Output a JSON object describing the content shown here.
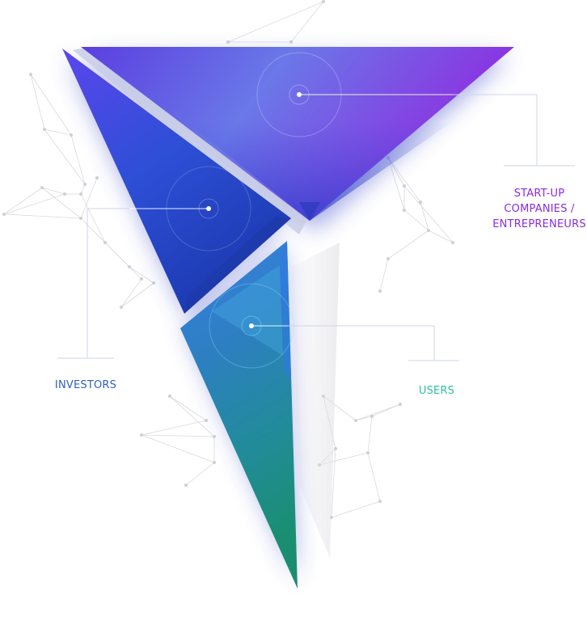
{
  "diagram": {
    "title": "",
    "segments": [
      {
        "id": "startup",
        "label_lines": [
          "START-UP",
          "COMPANIES /",
          "ENTREPRENEURS"
        ],
        "color": "#8a2be2"
      },
      {
        "id": "investors",
        "label_lines": [
          "INVESTORS"
        ],
        "color": "#2f5fbf"
      },
      {
        "id": "users",
        "label_lines": [
          "USERS"
        ],
        "color": "#2fbfa0"
      }
    ],
    "colors": {
      "top_triangle_start": "#5a3fd8",
      "top_triangle_end": "#8e2de2",
      "left_triangle_start": "#5a4ae8",
      "left_triangle_end": "#1a3db8",
      "bottom_triangle_start": "#3a7de0",
      "bottom_triangle_end": "#1c8f78",
      "connector": "#c9cfe8",
      "network": "#d9d9df"
    }
  }
}
